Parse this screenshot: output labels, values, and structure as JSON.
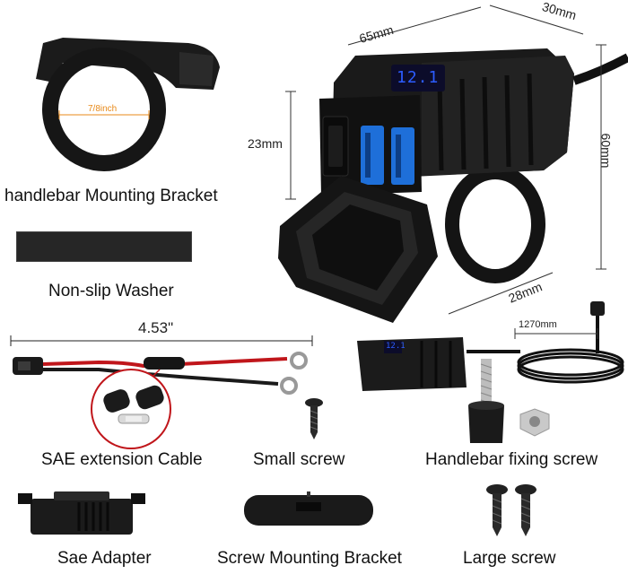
{
  "labels": {
    "handlebar_bracket": "handlebar Mounting Bracket",
    "washer": "Non-slip Washer",
    "sae_cable": "SAE extension Cable",
    "small_screw": "Small screw",
    "handlebar_fixing_screw": "Handlebar fixing screw",
    "sae_adapter": "Sae Adapter",
    "screw_bracket": "Screw Mounting Bracket",
    "large_screw": "Large screw"
  },
  "dimensions": {
    "bracket_inner": "7/8inch",
    "cable_length": "4.53\"",
    "width": "65mm",
    "depth": "30mm",
    "height": "60mm",
    "panel_height": "23mm",
    "base_depth": "28mm",
    "cord_length": "1270mm"
  },
  "display": {
    "main_voltage": "12.1",
    "small_voltage": "12.1"
  },
  "colors": {
    "device_black": "#141414",
    "usb_blue": "#1e6fd9",
    "display_blue": "#2c5cff",
    "fuse_red": "#c0161b",
    "accent_orange": "#e88a1a"
  }
}
